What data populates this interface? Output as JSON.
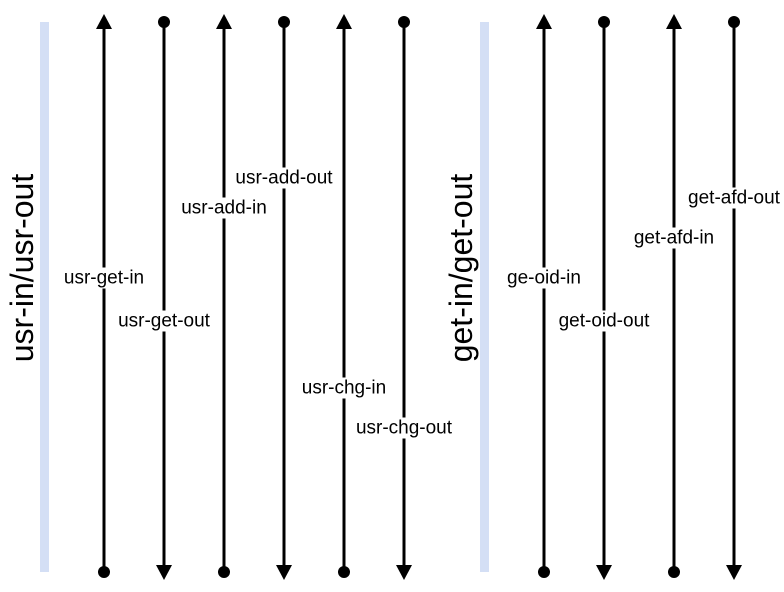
{
  "colors": {
    "line": "#000000",
    "group_bar": "#d4dff5",
    "background": "#ffffff"
  },
  "groups": [
    {
      "title": "usr-in/usr-out",
      "lines": [
        {
          "label": "usr-get-in",
          "direction": "up"
        },
        {
          "label": "usr-get-out",
          "direction": "down"
        },
        {
          "label": "usr-add-in",
          "direction": "up"
        },
        {
          "label": "usr-add-out",
          "direction": "down"
        },
        {
          "label": "usr-chg-in",
          "direction": "up"
        },
        {
          "label": "usr-chg-out",
          "direction": "down"
        }
      ]
    },
    {
      "title": "get-in/get-out",
      "lines": [
        {
          "label": "ge-oid-in",
          "direction": "up"
        },
        {
          "label": "get-oid-out",
          "direction": "down"
        },
        {
          "label": "get-afd-in",
          "direction": "up"
        },
        {
          "label": "get-afd-out",
          "direction": "down"
        }
      ]
    }
  ]
}
